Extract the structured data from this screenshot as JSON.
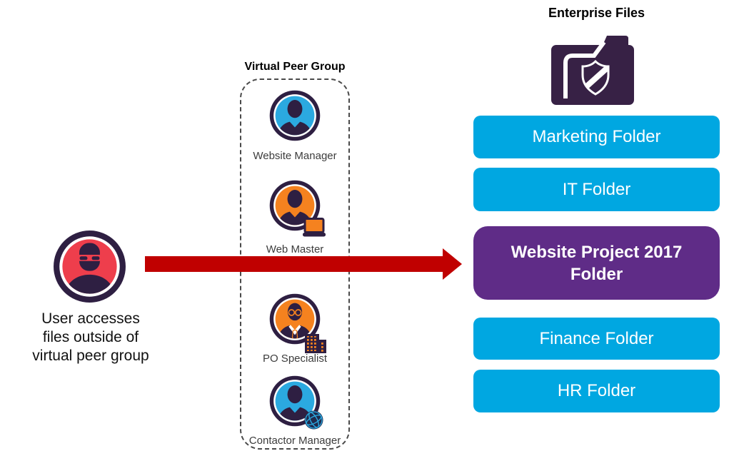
{
  "left": {
    "caption_lines": [
      "User accesses",
      "files outside of",
      "virtual peer group"
    ]
  },
  "peer_group": {
    "title": "Virtual Peer Group",
    "members": [
      {
        "label": "Website Manager",
        "avatar_color": "blue",
        "badge": "none"
      },
      {
        "label": "Web Master",
        "avatar_color": "orange",
        "badge": "laptop"
      },
      {
        "label": "PO Specialist",
        "avatar_color": "orange",
        "badge": "building"
      },
      {
        "label": "Contactor Manager",
        "avatar_color": "blue",
        "badge": "globe"
      }
    ]
  },
  "enterprise": {
    "title": "Enterprise Files",
    "folder_icon": "shield-folder-icon",
    "folders": [
      {
        "label": "Marketing Folder",
        "highlighted": false
      },
      {
        "label": "IT Folder",
        "highlighted": false
      },
      {
        "label": "Website Project 2017 Folder",
        "highlighted": true
      },
      {
        "label": "Finance Folder",
        "highlighted": false
      },
      {
        "label": "HR Folder",
        "highlighted": false
      }
    ]
  },
  "colors": {
    "accent_cyan": "#00A7E1",
    "accent_purple": "#5F2C87",
    "arrow_red": "#C00000",
    "avatar_red": "#EE3E4C",
    "avatar_orange": "#F5821F",
    "avatar_blue": "#2BA9E0",
    "dark_purple": "#2E1F42",
    "folder_dark": "#372145"
  }
}
